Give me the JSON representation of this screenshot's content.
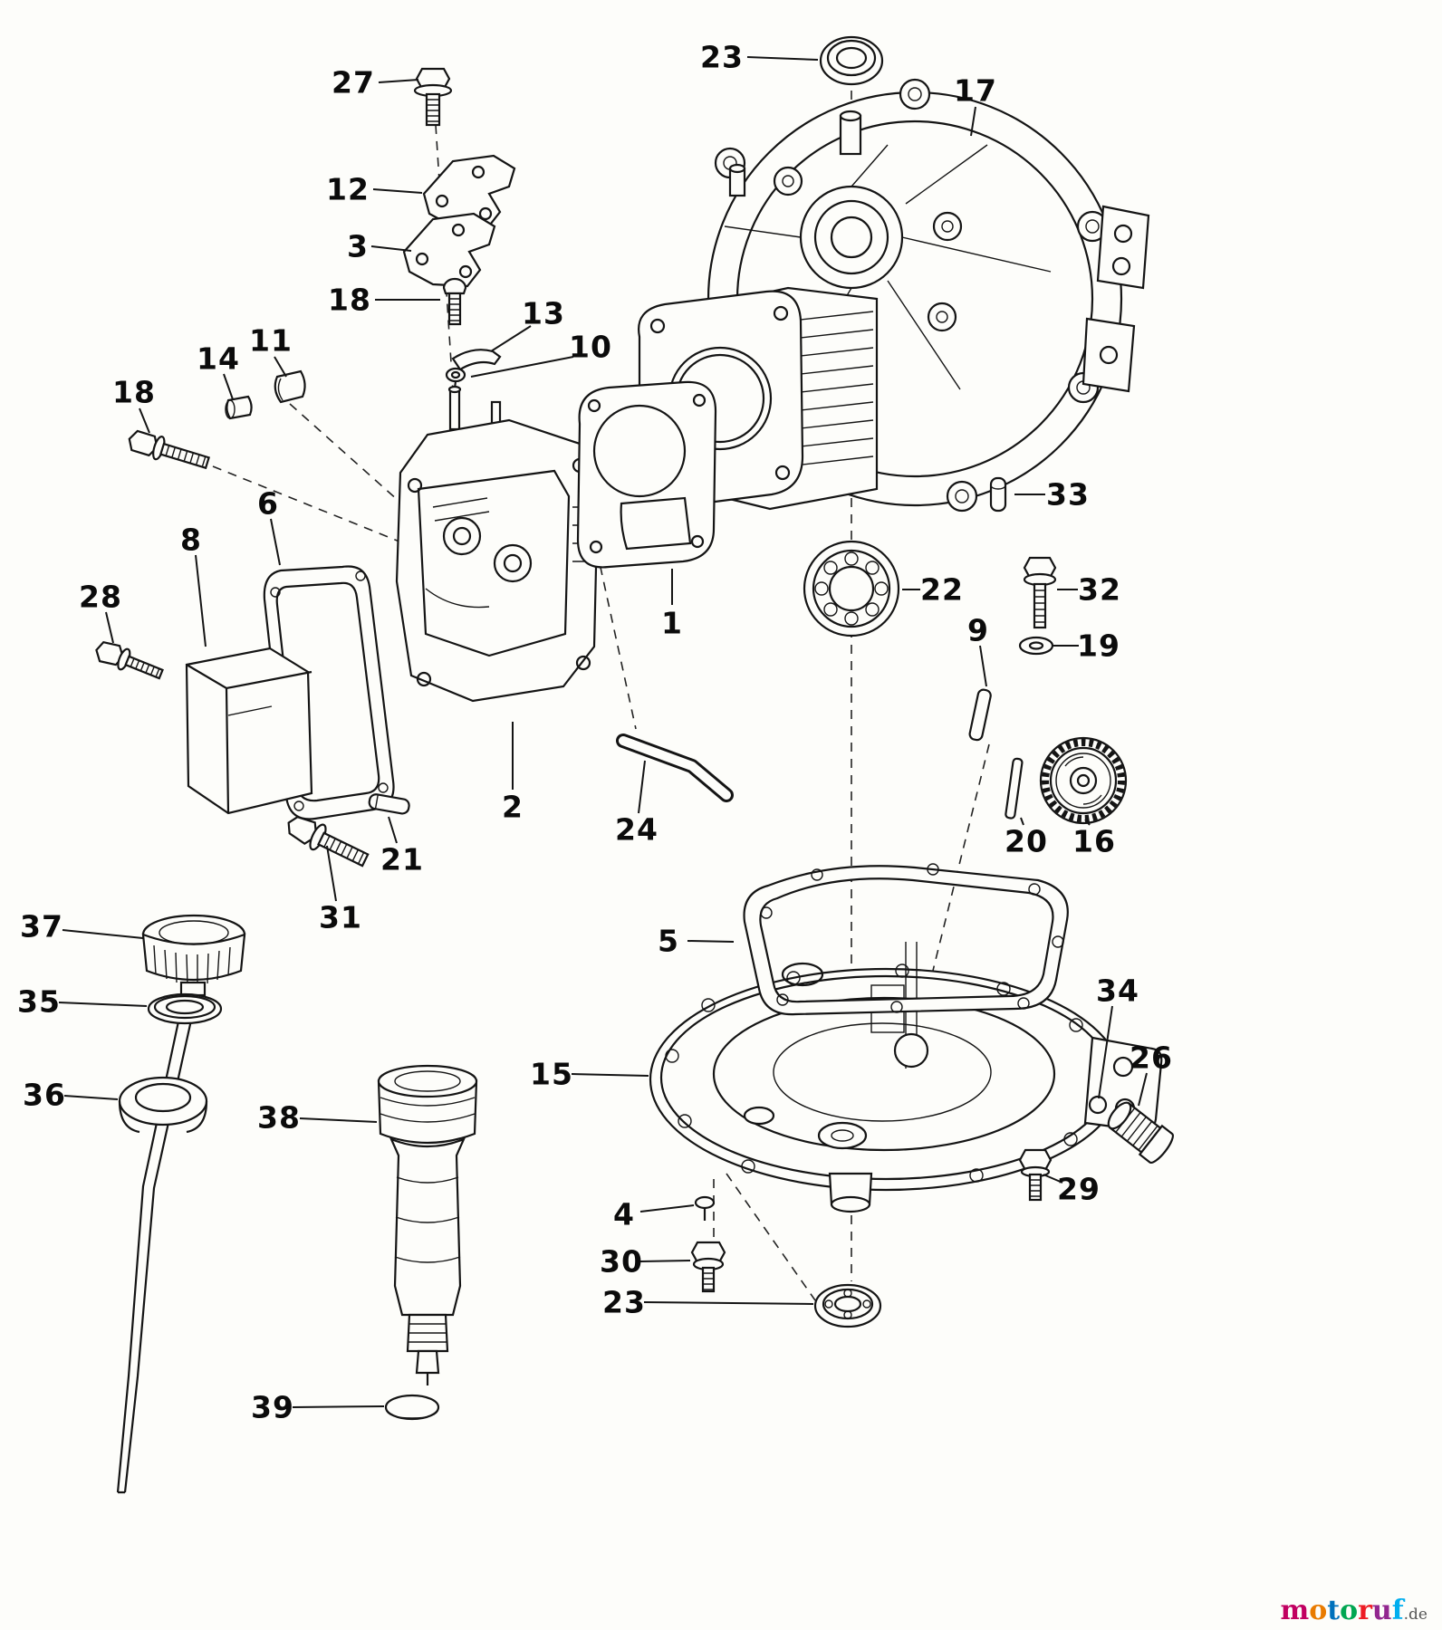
{
  "colors": {
    "ink": "#141414",
    "background": "#fdfdfa"
  },
  "diagram": {
    "callouts": [
      {
        "label": "27"
      },
      {
        "label": "23"
      },
      {
        "label": "17"
      },
      {
        "label": "12"
      },
      {
        "label": "3"
      },
      {
        "label": "18"
      },
      {
        "label": "13"
      },
      {
        "label": "10"
      },
      {
        "label": "11"
      },
      {
        "label": "14"
      },
      {
        "label": "18"
      },
      {
        "label": "6"
      },
      {
        "label": "8"
      },
      {
        "label": "28"
      },
      {
        "label": "33"
      },
      {
        "label": "22"
      },
      {
        "label": "32"
      },
      {
        "label": "1"
      },
      {
        "label": "19"
      },
      {
        "label": "9"
      },
      {
        "label": "2"
      },
      {
        "label": "24"
      },
      {
        "label": "21"
      },
      {
        "label": "31"
      },
      {
        "label": "20"
      },
      {
        "label": "16"
      },
      {
        "label": "5"
      },
      {
        "label": "37"
      },
      {
        "label": "35"
      },
      {
        "label": "34"
      },
      {
        "label": "36"
      },
      {
        "label": "38"
      },
      {
        "label": "26"
      },
      {
        "label": "15"
      },
      {
        "label": "29"
      },
      {
        "label": "4"
      },
      {
        "label": "30"
      },
      {
        "label": "23"
      },
      {
        "label": "39"
      }
    ]
  },
  "watermark": {
    "letters": [
      {
        "ch": "m",
        "style": "color:#c10061"
      },
      {
        "ch": "o",
        "style": "color:#e97b00"
      },
      {
        "ch": "t",
        "style": "color:#0072bc"
      },
      {
        "ch": "o",
        "style": "color:#00a651"
      },
      {
        "ch": "r",
        "style": "color:#ed1c24"
      },
      {
        "ch": "u",
        "style": "color:#92278f"
      },
      {
        "ch": "f",
        "style": "color:#00aeef"
      }
    ],
    "suffix": ".de"
  }
}
